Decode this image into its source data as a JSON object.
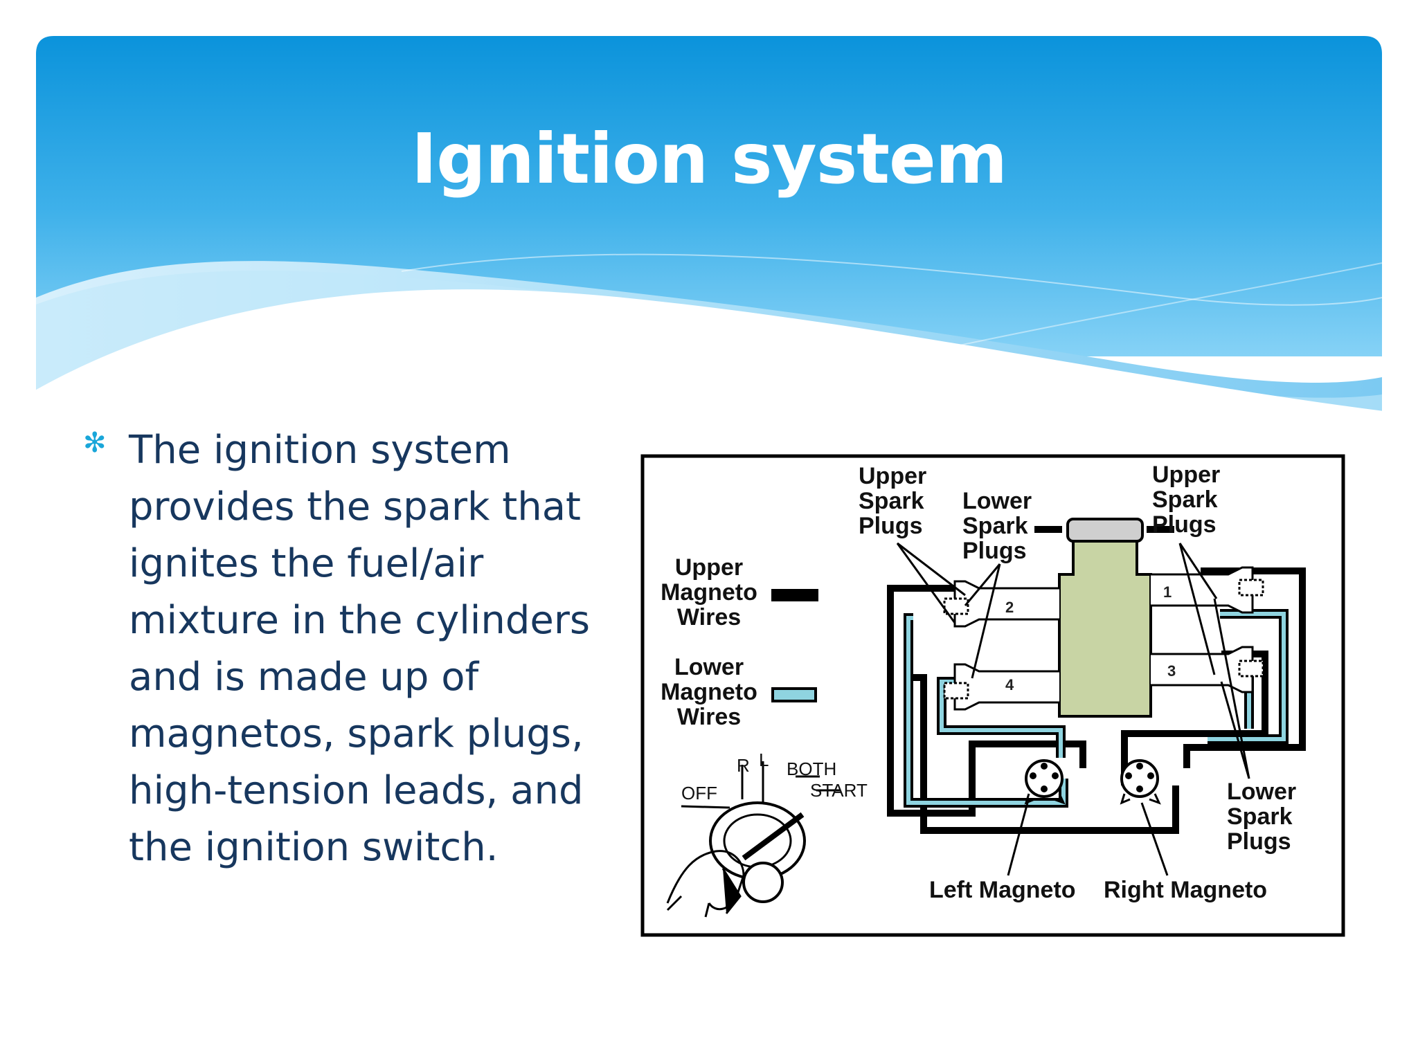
{
  "slide": {
    "title": "Ignition system",
    "bullet": "The ignition system provides the spark that ignites the fuel/air mixture in the cylinders and is made up of magnetos, spark plugs, high-tension leads, and the ignition switch."
  },
  "diagram": {
    "labels": {
      "upper_spark_plugs_left": [
        "Upper",
        "Spark",
        "Plugs"
      ],
      "lower_spark_plugs_top": [
        "Lower",
        "Spark",
        "Plugs"
      ],
      "upper_spark_plugs_right": [
        "Upper",
        "Spark",
        "Plugs"
      ],
      "upper_magneto_wires": [
        "Upper",
        "Magneto",
        "Wires"
      ],
      "lower_magneto_wires": [
        "Lower",
        "Magneto",
        "Wires"
      ],
      "lower_spark_plugs_right": [
        "Lower",
        "Spark",
        "Plugs"
      ],
      "left_magneto": "Left Magneto",
      "right_magneto": "Right Magneto"
    },
    "switch_positions": {
      "off": "OFF",
      "r": "R",
      "l": "L",
      "both": "BOTH",
      "start": "START"
    },
    "cylinders": [
      "1",
      "2",
      "3",
      "4"
    ]
  },
  "colors": {
    "header_blue_dark": "#0b93db",
    "header_blue_light": "#5ec3f2",
    "title_text": "#ffffff",
    "bullet_marker": "#19a6d9",
    "body_text": "#17375e",
    "upper_wire": "#000000",
    "lower_wire": "#8fd4e0"
  }
}
